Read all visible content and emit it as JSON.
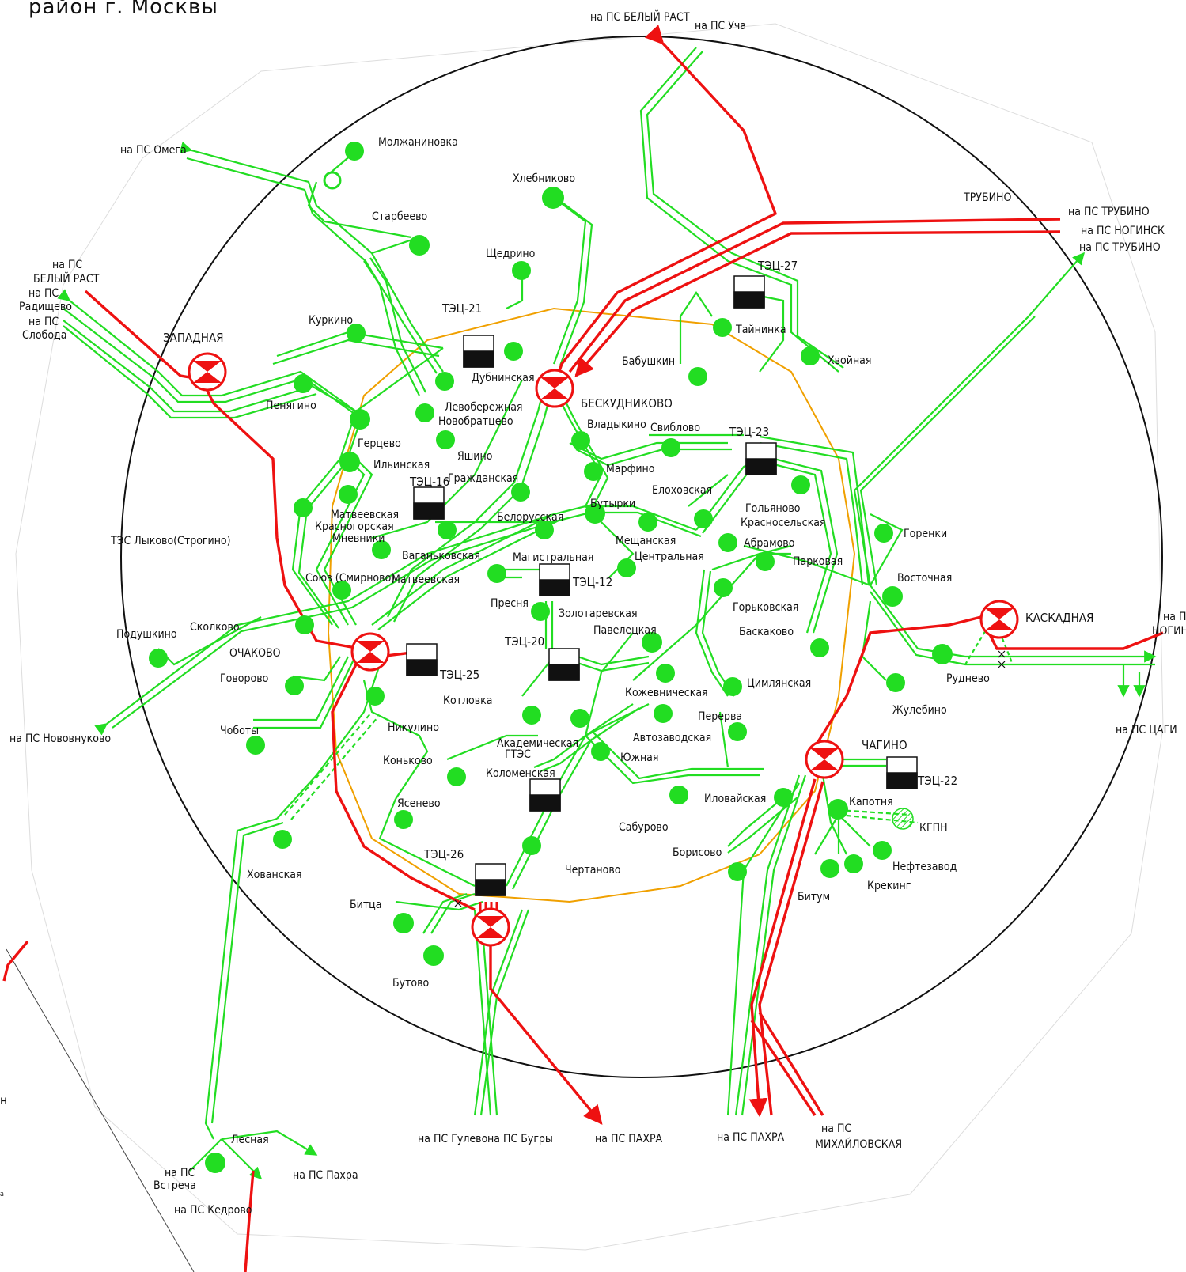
{
  "title": "район г. Москвы",
  "colors": {
    "line220": "#22dd22",
    "line500": "#ee1111",
    "ring": "#f0a000",
    "node": "#22dd22",
    "circle": "#111111"
  },
  "substations": [
    {
      "id": "molzhaninovka",
      "label": "Молжаниновка"
    },
    {
      "id": "khlebnikovo",
      "label": "Хлебниково"
    },
    {
      "id": "starbeevo",
      "label": "Старбеево"
    },
    {
      "id": "shchedrino",
      "label": "Щедрино"
    },
    {
      "id": "kurkino",
      "label": "Куркино"
    },
    {
      "id": "penyagino",
      "label": "Пенягино"
    },
    {
      "id": "gertsevo",
      "label": "Герцево"
    },
    {
      "id": "ilinskaya",
      "label": "Ильинская"
    },
    {
      "id": "matveevskaya1",
      "label": "Матвеевская"
    },
    {
      "id": "krasnogorskaya",
      "label": "Красногорская"
    },
    {
      "id": "mnevniki",
      "label": "Мневники"
    },
    {
      "id": "levoberezhnaya",
      "label": "Левобережная"
    },
    {
      "id": "novobratsevo",
      "label": "Новобратцево"
    },
    {
      "id": "dubninskaya",
      "label": "Дубнинская"
    },
    {
      "id": "yashino",
      "label": "Яшино"
    },
    {
      "id": "grazhdanskaya",
      "label": "Гражданская"
    },
    {
      "id": "belorusskaya",
      "label": "Белорусская"
    },
    {
      "id": "vagankovskaya",
      "label": "Ваганьковская"
    },
    {
      "id": "magistralnaya",
      "label": "Магистральная"
    },
    {
      "id": "soyuz",
      "label": "Союз (Смирново)"
    },
    {
      "id": "matveevskaya2",
      "label": "Матвеевская"
    },
    {
      "id": "presnya",
      "label": "Пресня"
    },
    {
      "id": "zolotarevskaya",
      "label": "Золотаревская"
    },
    {
      "id": "paveletskaya",
      "label": "Павелецкая"
    },
    {
      "id": "skolkovo",
      "label": "Сколково"
    },
    {
      "id": "podushkino",
      "label": "Подушкино"
    },
    {
      "id": "govorovo",
      "label": "Говорово"
    },
    {
      "id": "kotlovka",
      "label": "Котловка"
    },
    {
      "id": "chobotyi",
      "label": "Чоботы"
    },
    {
      "id": "nikulino",
      "label": "Никулино"
    },
    {
      "id": "konkovo",
      "label": "Коньково"
    },
    {
      "id": "akademicheskaya",
      "label": "Академическая"
    },
    {
      "id": "kolomenskaya",
      "label": "Коломенская"
    },
    {
      "id": "kozhevnicheskaya",
      "label": "Кожевническая"
    },
    {
      "id": "avtozavodskaya",
      "label": "Автозаводская"
    },
    {
      "id": "yuzhnaya",
      "label": "Южная"
    },
    {
      "id": "yasenevo",
      "label": "Ясенево"
    },
    {
      "id": "khovanskaya",
      "label": "Хованская"
    },
    {
      "id": "bittsa",
      "label": "Битца"
    },
    {
      "id": "butovo",
      "label": "Бутово"
    },
    {
      "id": "chertanovo",
      "label": "Чертаново"
    },
    {
      "id": "saburovo",
      "label": "Сабурово"
    },
    {
      "id": "borisovo",
      "label": "Борисово"
    },
    {
      "id": "ilovayskaya",
      "label": "Иловайская"
    },
    {
      "id": "pererva",
      "label": "Перерва"
    },
    {
      "id": "tsimlyanskaya",
      "label": "Цимлянская"
    },
    {
      "id": "baskakovo",
      "label": "Баскаково"
    },
    {
      "id": "gorkovskaya",
      "label": "Горьковская"
    },
    {
      "id": "parkovaya",
      "label": "Парковая"
    },
    {
      "id": "abramovo",
      "label": "Абрамово"
    },
    {
      "id": "krasnoselskaya",
      "label": "Красносельская"
    },
    {
      "id": "golyanovo",
      "label": "Гольяново"
    },
    {
      "id": "elokhovskaya",
      "label": "Елоховская"
    },
    {
      "id": "butyrki",
      "label": "Бутырки"
    },
    {
      "id": "meshchanskaya",
      "label": "Мещанская"
    },
    {
      "id": "tsentralnaya",
      "label": "Центральная"
    },
    {
      "id": "marfino",
      "label": "Марфино"
    },
    {
      "id": "vladykino",
      "label": "Владыкино"
    },
    {
      "id": "sviblovo",
      "label": "Свиблово"
    },
    {
      "id": "babushkin",
      "label": "Бабушкин"
    },
    {
      "id": "tayninka",
      "label": "Тайнинка"
    },
    {
      "id": "khvoynaya",
      "label": "Хвойная"
    },
    {
      "id": "gorenki",
      "label": "Горенки"
    },
    {
      "id": "vostochnaya",
      "label": "Восточная"
    },
    {
      "id": "rudnevo",
      "label": "Руднево"
    },
    {
      "id": "zhulebino",
      "label": "Жулебино"
    },
    {
      "id": "kapotnya",
      "label": "Капотня"
    },
    {
      "id": "neftezavod",
      "label": "Нефтезавод"
    },
    {
      "id": "kreking",
      "label": "Крекинг"
    },
    {
      "id": "bitum",
      "label": "Битум"
    },
    {
      "id": "lesnaya",
      "label": "Лесная"
    },
    {
      "id": "lykovo",
      "label": "ТЭС Лыково(Строгино)"
    },
    {
      "id": "ochakovo",
      "label": "ОЧАКОВО"
    }
  ],
  "power_stations": [
    {
      "id": "tec21",
      "label": "ТЭЦ-21"
    },
    {
      "id": "tec27",
      "label": "ТЭЦ-27"
    },
    {
      "id": "tec16",
      "label": "ТЭЦ-16"
    },
    {
      "id": "tec23",
      "label": "ТЭЦ-23"
    },
    {
      "id": "tec12",
      "label": "ТЭЦ-12"
    },
    {
      "id": "tec20",
      "label": "ТЭЦ-20"
    },
    {
      "id": "tec25",
      "label": "ТЭЦ-25"
    },
    {
      "id": "tec22",
      "label": "ТЭЦ-22"
    },
    {
      "id": "tec26",
      "label": "ТЭЦ-26"
    },
    {
      "id": "gtes",
      "label": "ГТЭС"
    },
    {
      "id": "kgpn",
      "label": "КГПН"
    }
  ],
  "hubs": [
    {
      "id": "zapadnaya",
      "label": "ЗАПАДНАЯ"
    },
    {
      "id": "beskudnikovo",
      "label": "БЕСКУДНИКОВО"
    },
    {
      "id": "kaskadnaya",
      "label": "КАСКАДНАЯ"
    },
    {
      "id": "chagino",
      "label": "ЧАГИНО"
    }
  ],
  "external_links": [
    {
      "id": "belyi_rast_top",
      "label": "на ПС БЕЛЫЙ РАСТ"
    },
    {
      "id": "ucha",
      "label": "на ПС Уча"
    },
    {
      "id": "omega",
      "label": "на ПС Омега"
    },
    {
      "id": "trubino_hdr",
      "label": "ТРУБИНО"
    },
    {
      "id": "trubino1",
      "label": "на ПС  ТРУБИНО"
    },
    {
      "id": "noginsk1",
      "label": "на ПС  НОГИНСК"
    },
    {
      "id": "trubino2",
      "label": "на ПС ТРУБИНО"
    },
    {
      "id": "belyi_rast_l1",
      "label": "на ПС"
    },
    {
      "id": "belyi_rast_l2",
      "label": "БЕЛЫЙ РАСТ"
    },
    {
      "id": "radishchevo1",
      "label": "на ПС"
    },
    {
      "id": "radishchevo2",
      "label": "Радищево"
    },
    {
      "id": "sloboda1",
      "label": "на ПС"
    },
    {
      "id": "sloboda2",
      "label": "Слобода"
    },
    {
      "id": "noginsk_r1",
      "label": "на ПС"
    },
    {
      "id": "noginsk_r2",
      "label": "НОГИНСК"
    },
    {
      "id": "tsagi",
      "label": "на ПС  ЦАГИ"
    },
    {
      "id": "novovnukovo",
      "label": "на ПС Нововнуково"
    },
    {
      "id": "gulevo",
      "label": "на ПС Гулево"
    },
    {
      "id": "bugry",
      "label": "на ПС Бугры"
    },
    {
      "id": "pakhra_red",
      "label": "на ПС ПАХРА"
    },
    {
      "id": "pakhra2",
      "label": "на ПС ПАХРА"
    },
    {
      "id": "mikhaylovskaya1",
      "label": "на ПС"
    },
    {
      "id": "mikhaylovskaya2",
      "label": "МИХАЙЛОВСКАЯ"
    },
    {
      "id": "pakhra_low",
      "label": "на ПС Пахра"
    },
    {
      "id": "vstrecha1",
      "label": "на ПС"
    },
    {
      "id": "vstrecha2",
      "label": "Встреча"
    },
    {
      "id": "kedrovo",
      "label": "на ПС Кедрово"
    }
  ],
  "edge_glyphs": [
    {
      "id": "edge_a",
      "label": "a"
    },
    {
      "id": "edge_n",
      "label": "н"
    }
  ]
}
